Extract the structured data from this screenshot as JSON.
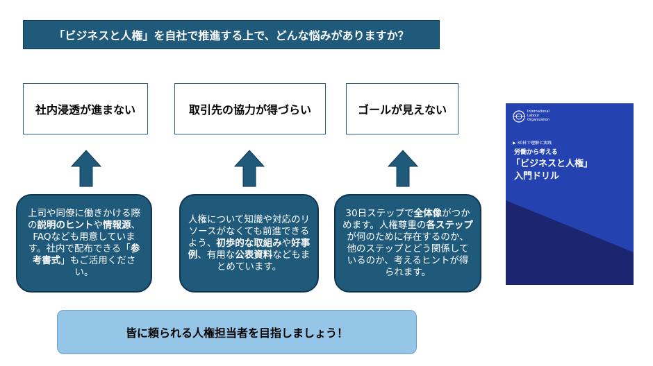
{
  "header": {
    "title": "「ビジネスと人権」を自社で推進する上で、どんな悩みがありますか？"
  },
  "concerns": [
    {
      "label": "社内浸透が進まない"
    },
    {
      "label": "取引先の協力が得づらい"
    },
    {
      "label": "ゴールが見えない"
    }
  ],
  "answers": [
    {
      "segments": [
        {
          "t": "上司や同僚に働きかけ"
        },
        {
          "t": "る際の"
        },
        {
          "t": "説明のヒント",
          "b": true
        },
        {
          "t": "や"
        },
        {
          "t": "情報源",
          "b": true
        },
        {
          "t": "、FAQなども用意しています。社内で配布できる「"
        },
        {
          "t": "参考書式",
          "b": true
        },
        {
          "t": "」もご活用ください。"
        }
      ]
    },
    {
      "segments": [
        {
          "t": "人権について知識や対応のリソースがなくても前進できるよう、"
        },
        {
          "t": "初歩的な取組み",
          "b": true
        },
        {
          "t": "や"
        },
        {
          "t": "好事例",
          "b": true
        },
        {
          "t": "、有用な"
        },
        {
          "t": "公表資料",
          "b": true
        },
        {
          "t": "などもまとめています。"
        }
      ]
    },
    {
      "segments": [
        {
          "t": "30日ステップで"
        },
        {
          "t": "全体像",
          "b": true
        },
        {
          "t": "がつかめます。人権尊重の"
        },
        {
          "t": "各ステップ",
          "b": true
        },
        {
          "t": "が何のために存在するのか、他のステップとどう関係しているのか、考えるヒントが得られます。"
        }
      ]
    }
  ],
  "footer": {
    "message": "皆に頼られる人権担当者を目指しましょう！"
  },
  "book": {
    "org": "International Labour Organization",
    "subtitle": "30日で理解と実践",
    "lead": "労働から考える",
    "title_line1": "「ビジネスと人権」",
    "title_line2": "入門ドリル"
  },
  "colors": {
    "primary": "#1f5a7a",
    "footer_bg": "#95c6e8",
    "book_blue": "#2443b0",
    "book_navy": "#1c2670"
  }
}
